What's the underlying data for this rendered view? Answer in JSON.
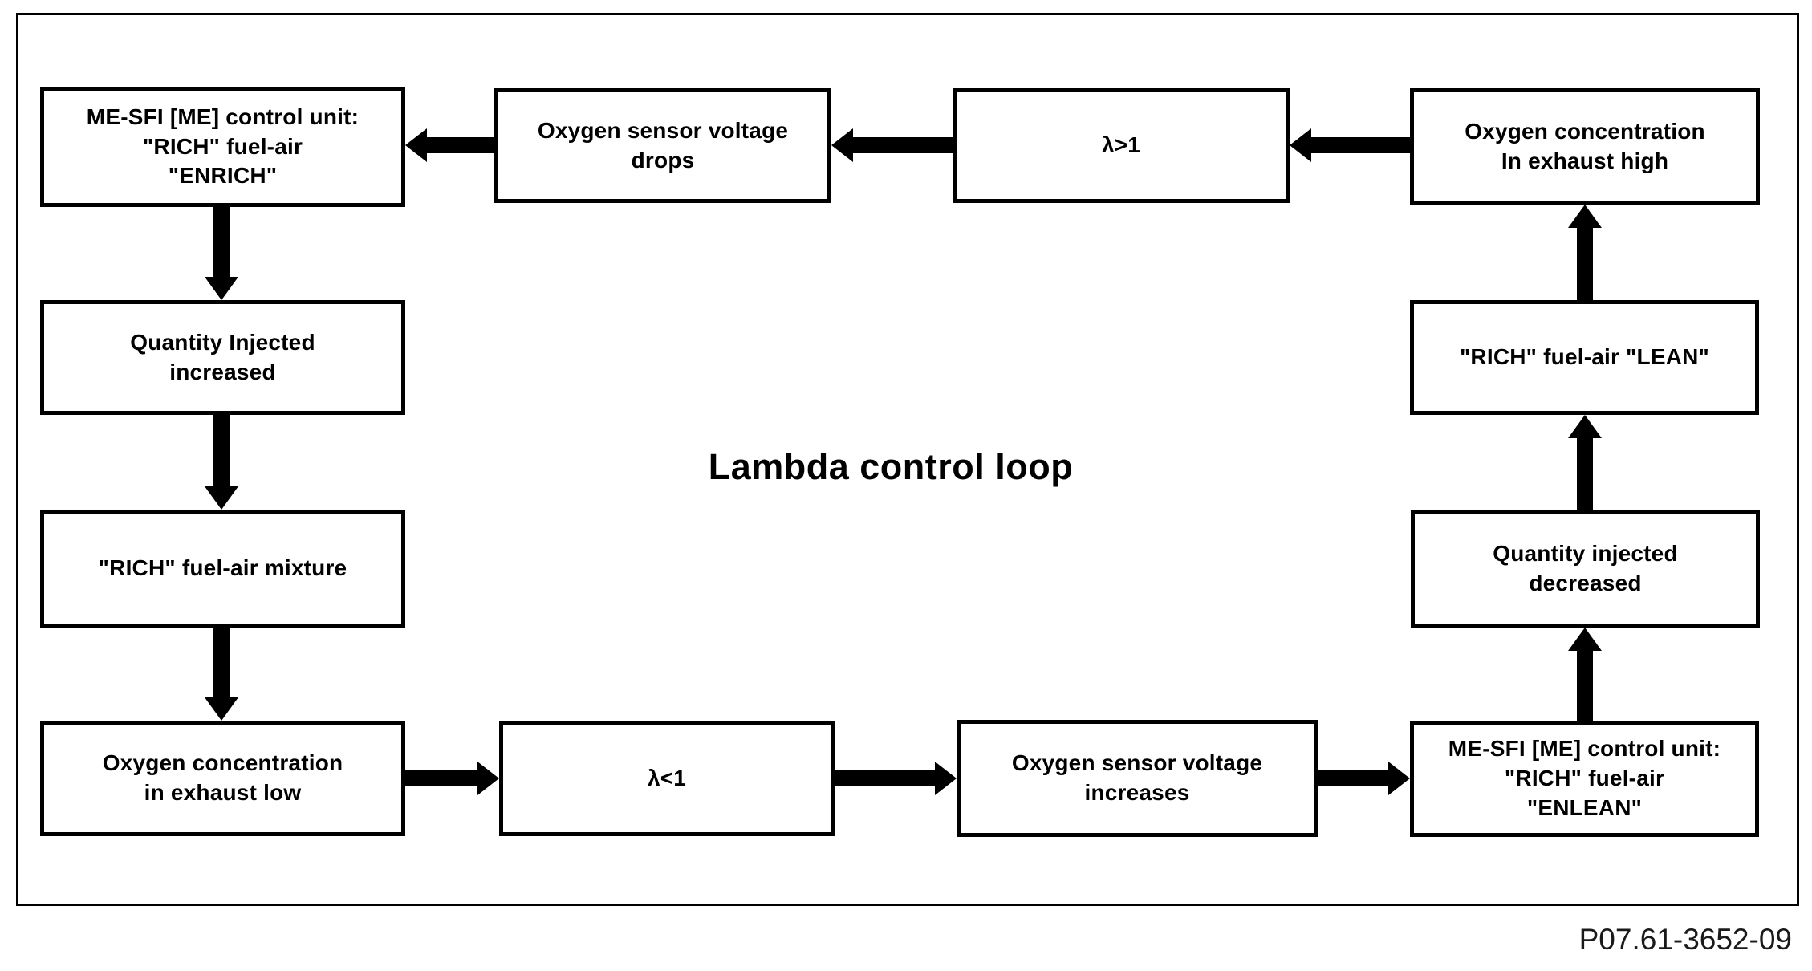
{
  "diagram": {
    "title": "Lambda control loop",
    "part_code": "P07.61-3652-09"
  },
  "nodes": {
    "me_enrich": {
      "label": "ME-SFI [ME] control unit:\n\"RICH\" fuel-air\n\"ENRICH\""
    },
    "o2_voltage_drops": {
      "label": "Oxygen sensor voltage\ndrops"
    },
    "lambda_gt_1": {
      "label": "λ>1"
    },
    "o2_concentration_high": {
      "label": "Oxygen concentration\nIn exhaust high"
    },
    "qty_injected_increased": {
      "label": "Quantity Injected\nincreased"
    },
    "rich_mixture": {
      "label": "\"RICH\" fuel-air mixture"
    },
    "o2_concentration_low": {
      "label": "Oxygen concentration\nin exhaust low"
    },
    "lambda_lt_1": {
      "label": "λ<1"
    },
    "o2_voltage_increases": {
      "label": "Oxygen sensor voltage\nincreases"
    },
    "me_enlean": {
      "label": "ME-SFI [ME] control unit:\n\"RICH\" fuel-air\n\"ENLEAN\""
    },
    "qty_injected_decreased": {
      "label": "Quantity injected\ndecreased"
    },
    "rich_fuel_air_lean": {
      "label": "\"RICH\" fuel-air \"LEAN\""
    }
  },
  "edges": [
    {
      "from": "o2_concentration_high",
      "to": "lambda_gt_1",
      "direction": "left"
    },
    {
      "from": "lambda_gt_1",
      "to": "o2_voltage_drops",
      "direction": "left"
    },
    {
      "from": "o2_voltage_drops",
      "to": "me_enrich",
      "direction": "left"
    },
    {
      "from": "me_enrich",
      "to": "qty_injected_increased",
      "direction": "down"
    },
    {
      "from": "qty_injected_increased",
      "to": "rich_mixture",
      "direction": "down"
    },
    {
      "from": "rich_mixture",
      "to": "o2_concentration_low",
      "direction": "down"
    },
    {
      "from": "o2_concentration_low",
      "to": "lambda_lt_1",
      "direction": "right"
    },
    {
      "from": "lambda_lt_1",
      "to": "o2_voltage_increases",
      "direction": "right"
    },
    {
      "from": "o2_voltage_increases",
      "to": "me_enlean",
      "direction": "right"
    },
    {
      "from": "me_enlean",
      "to": "qty_injected_decreased",
      "direction": "up"
    },
    {
      "from": "qty_injected_decreased",
      "to": "rich_fuel_air_lean",
      "direction": "up"
    },
    {
      "from": "rich_fuel_air_lean",
      "to": "o2_concentration_high",
      "direction": "up"
    }
  ]
}
